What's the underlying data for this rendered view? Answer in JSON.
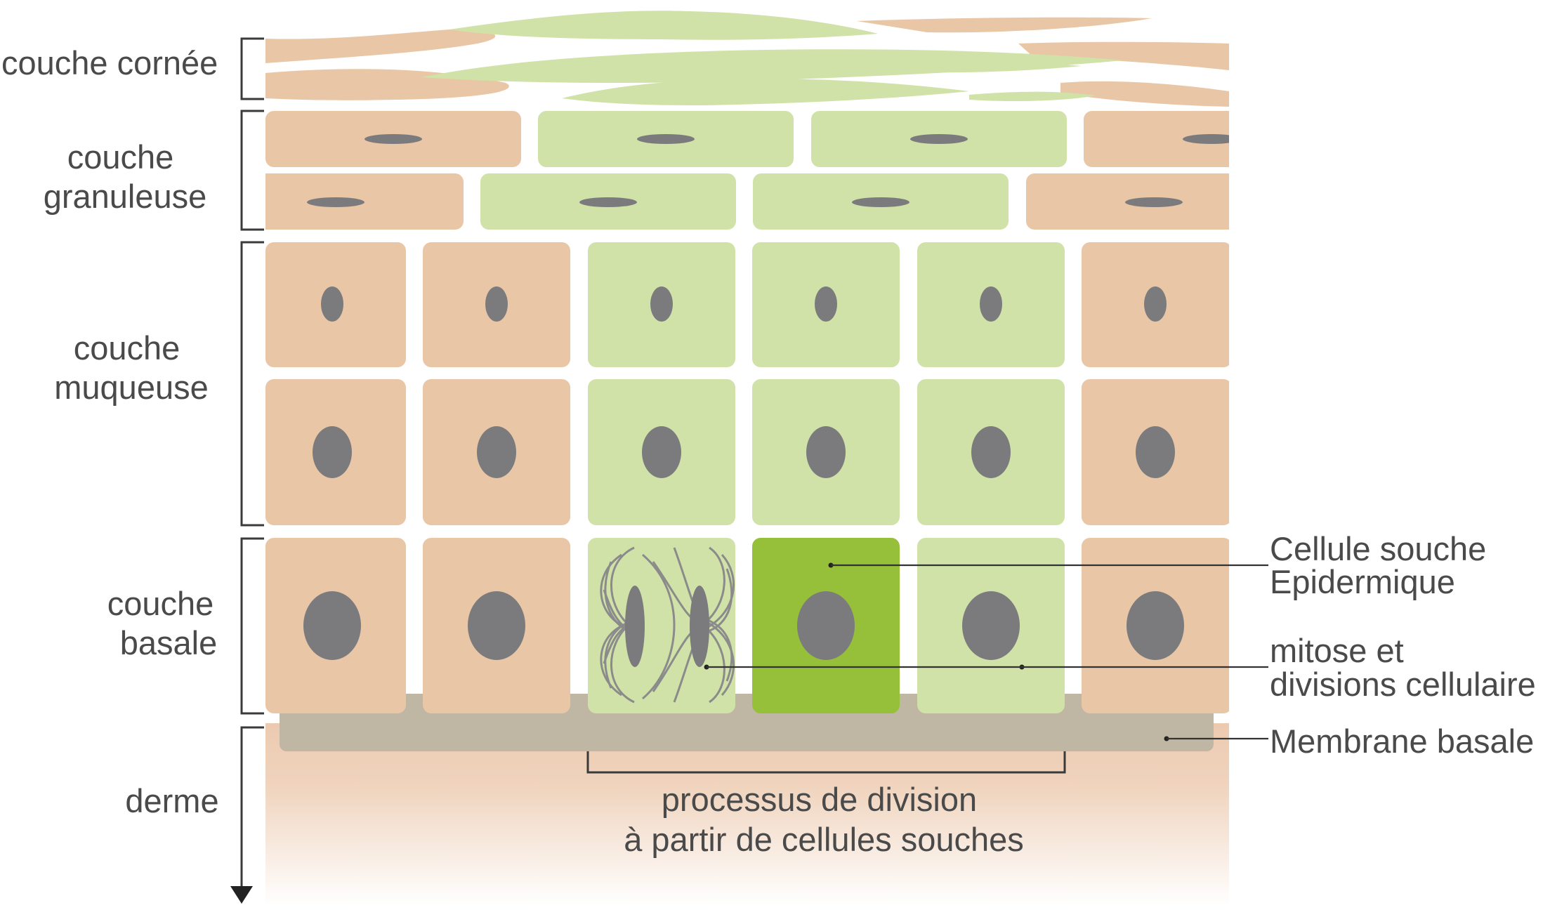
{
  "layers": [
    {
      "id": "cornee",
      "lines": [
        "couche cornée"
      ]
    },
    {
      "id": "granuleuse",
      "lines": [
        "couche",
        "granuleuse"
      ]
    },
    {
      "id": "muqueuse",
      "lines": [
        "couche",
        "muqueuse"
      ]
    },
    {
      "id": "basale",
      "lines": [
        "couche",
        "basale"
      ]
    },
    {
      "id": "derme",
      "lines": [
        "derme"
      ]
    }
  ],
  "annotations": {
    "stem_cell": [
      "Cellule souche",
      "Epidermique"
    ],
    "mitosis": [
      "mitose et",
      "divisions cellulaire"
    ],
    "membrane": [
      "Membrane basale"
    ]
  },
  "process_label": [
    "processus de division",
    "à partir de cellules souches"
  ],
  "colors": {
    "differentiated_cell": "#e9c6a6",
    "daughter_cell": "#d0e2a7",
    "stem_cell": "#96c03a",
    "nucleus": "#7b7b7d",
    "basal_membrane": "#bfb6a4",
    "derme": "#eccab0"
  }
}
